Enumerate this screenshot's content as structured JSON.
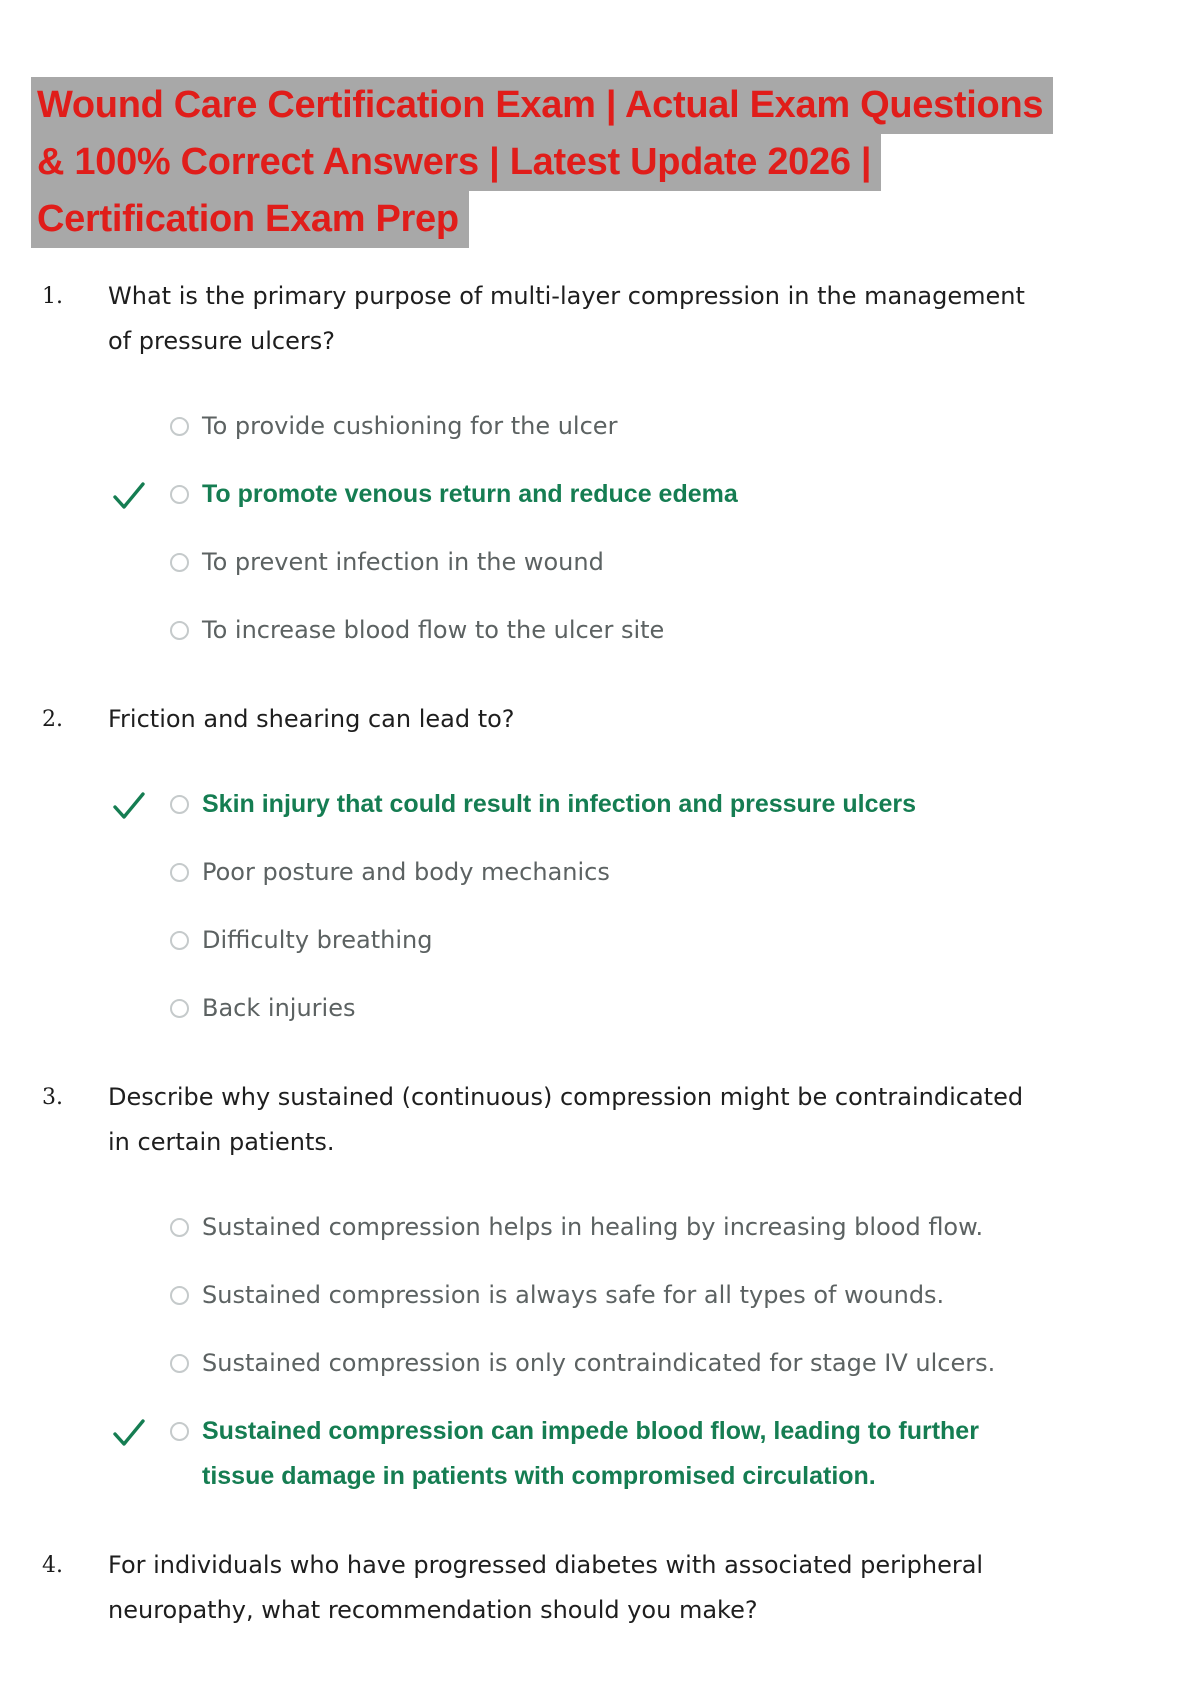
{
  "page": {
    "background_color": "#ffffff"
  },
  "colors": {
    "title_red": "#e01d1a",
    "title_highlight_gray": "#a8a8a8",
    "question_text": "#1e1e1e",
    "option_gray": "#5c6262",
    "answer_green": "#157d52",
    "radio_outline": "#c5cacb"
  },
  "icons": {
    "correct_check": "checkmark-icon",
    "radio": "radio-button-icon"
  },
  "title": {
    "lines": [
      "Wound Care Certification Exam | Actual Exam Questions",
      "& 100% Correct Answers | Latest Update 2026 |",
      "Certification Exam Prep"
    ]
  },
  "questions": [
    {
      "number": "1.",
      "lines": [
        "What is the primary purpose of multi-layer compression in the management",
        "of pressure ulcers?"
      ],
      "options": [
        {
          "correct": false,
          "lines": [
            "To provide cushioning for the ulcer"
          ]
        },
        {
          "correct": true,
          "lines": [
            "To promote venous return and reduce edema"
          ]
        },
        {
          "correct": false,
          "lines": [
            "To prevent infection in the wound"
          ]
        },
        {
          "correct": false,
          "lines": [
            "To increase blood flow to the ulcer site"
          ]
        }
      ]
    },
    {
      "number": "2.",
      "lines": [
        "Friction and shearing can lead to?"
      ],
      "options": [
        {
          "correct": true,
          "lines": [
            "Skin injury that could result in infection and pressure ulcers"
          ]
        },
        {
          "correct": false,
          "lines": [
            "Poor posture and body mechanics"
          ]
        },
        {
          "correct": false,
          "lines": [
            "Difficulty breathing"
          ]
        },
        {
          "correct": false,
          "lines": [
            "Back injuries"
          ]
        }
      ]
    },
    {
      "number": "3.",
      "lines": [
        "Describe why sustained (continuous) compression might be contraindicated",
        "in certain patients."
      ],
      "options": [
        {
          "correct": false,
          "lines": [
            "Sustained compression helps in healing by increasing blood flow."
          ]
        },
        {
          "correct": false,
          "lines": [
            "Sustained compression is always safe for all types of wounds."
          ]
        },
        {
          "correct": false,
          "lines": [
            "Sustained compression is only contraindicated for stage IV ulcers."
          ]
        },
        {
          "correct": true,
          "lines": [
            "Sustained compression can impede blood flow, leading to further",
            "tissue damage in patients with compromised circulation."
          ]
        }
      ]
    },
    {
      "number": "4.",
      "lines": [
        "For individuals who have progressed diabetes with associated peripheral",
        "neuropathy, what recommendation should you make?"
      ],
      "options": []
    }
  ]
}
